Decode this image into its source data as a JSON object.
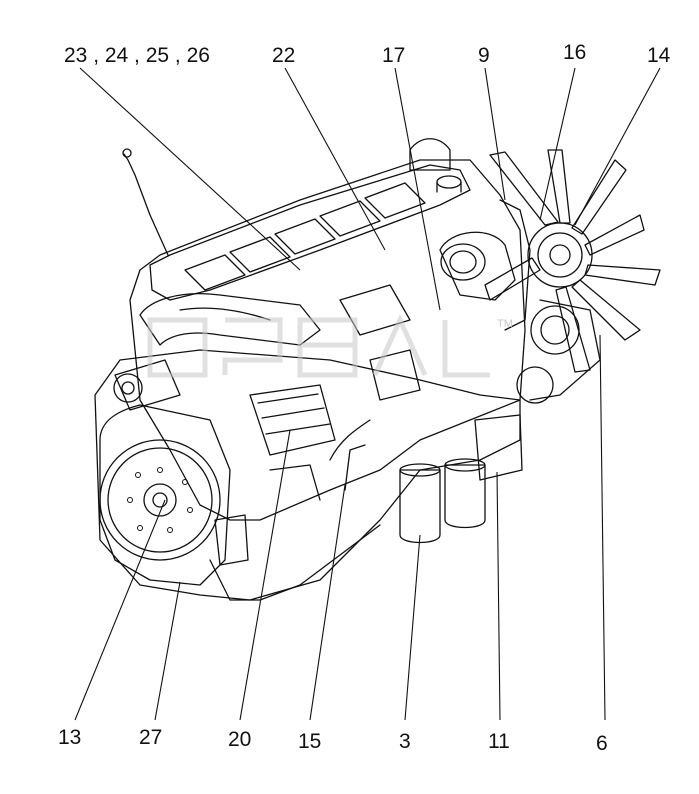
{
  "diagram": {
    "callouts": {
      "top_group": "23 , 24 , 25 , 26",
      "c22": "22",
      "c17": "17",
      "c9": "9",
      "c16": "16",
      "c14": "14",
      "c13": "13",
      "c27": "27",
      "c20": "20",
      "c15": "15",
      "c3": "3",
      "c11": "11",
      "c6": "6"
    },
    "watermark_text": "ТМ",
    "colors": {
      "ink": "#111111",
      "watermark": "#c8c8c8"
    }
  }
}
